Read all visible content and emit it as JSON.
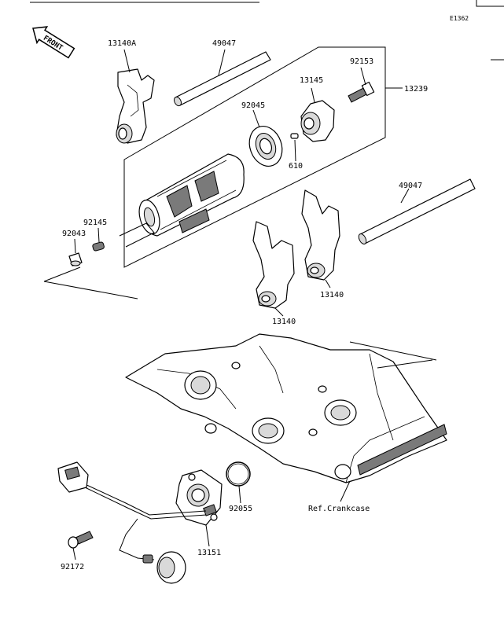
{
  "header": {
    "diagram_code": "E1362",
    "front_marker": "FRONT"
  },
  "labels": [
    {
      "id": "13140A",
      "text": "13140A"
    },
    {
      "id": "49047_top",
      "text": "49047"
    },
    {
      "id": "92153",
      "text": "92153"
    },
    {
      "id": "13145",
      "text": "13145"
    },
    {
      "id": "13239",
      "text": "13239"
    },
    {
      "id": "92045",
      "text": "92045"
    },
    {
      "id": "610",
      "text": "610"
    },
    {
      "id": "49047_mid",
      "text": "49047"
    },
    {
      "id": "92145",
      "text": "92145"
    },
    {
      "id": "92043",
      "text": "92043"
    },
    {
      "id": "13140_a",
      "text": "13140"
    },
    {
      "id": "13140_b",
      "text": "13140"
    },
    {
      "id": "92055",
      "text": "92055"
    },
    {
      "id": "ref_crankcase",
      "text": "Ref.Crankcase"
    },
    {
      "id": "13151",
      "text": "13151"
    },
    {
      "id": "92172",
      "text": "92172"
    }
  ]
}
